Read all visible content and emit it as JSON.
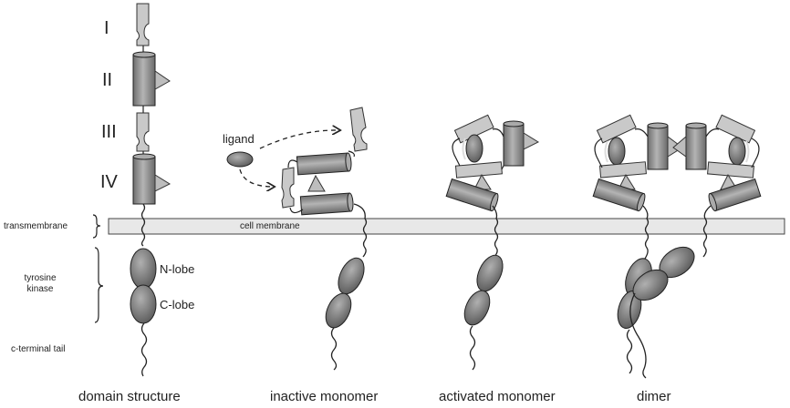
{
  "domains": {
    "d1": "I",
    "d2": "II",
    "d3": "III",
    "d4": "IV"
  },
  "side_labels": {
    "transmembrane": "transmembrane",
    "tyrosine_kinase": "tyrosine\nkinase",
    "c_terminal_tail": "c-terminal tail"
  },
  "lobes": {
    "n_lobe": "N-lobe",
    "c_lobe": "C-lobe"
  },
  "membrane_label": "cell membrane",
  "ligand_label": "ligand",
  "captions": {
    "domain_structure": "domain structure",
    "inactive_monomer": "inactive monomer",
    "activated_monomer": "activated monomer",
    "dimer": "dimer"
  },
  "colors": {
    "shape_fill": "#8c8c8c",
    "shape_light": "#c8c8c8",
    "membrane_fill": "#e6e6e6",
    "stroke": "#222222"
  }
}
